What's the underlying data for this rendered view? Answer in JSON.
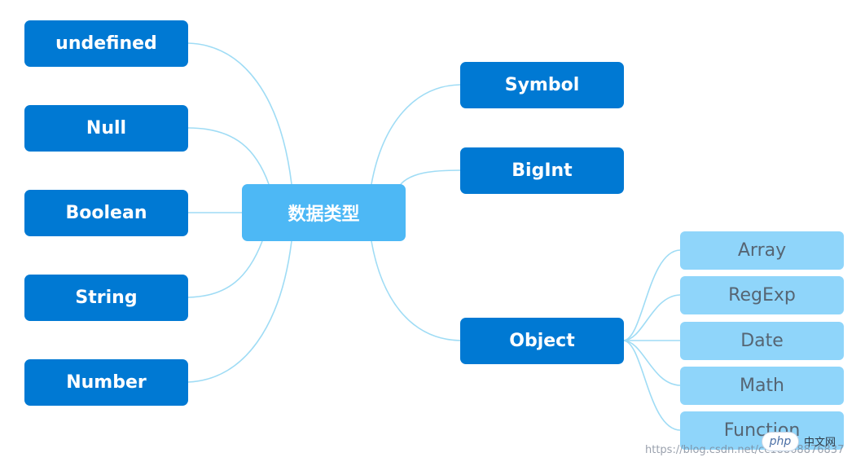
{
  "diagram": {
    "root": "数据类型",
    "primitive_types": [
      "undefined",
      "Null",
      "Boolean",
      "String",
      "Number"
    ],
    "reference_types": [
      "Symbol",
      "BigInt",
      "Object"
    ],
    "object_subtypes": [
      "Array",
      "RegExp",
      "Date",
      "Math",
      "Function"
    ]
  },
  "watermark": {
    "logo_text": "php",
    "lang_text": "中文网",
    "url_text": "https://blog.csdn.net/cc18868876837"
  },
  "colors": {
    "primary_node": "#0079d3",
    "center_node": "#4db8f5",
    "sub_node": "#8fd5fa",
    "connector": "#9fdcf5"
  }
}
